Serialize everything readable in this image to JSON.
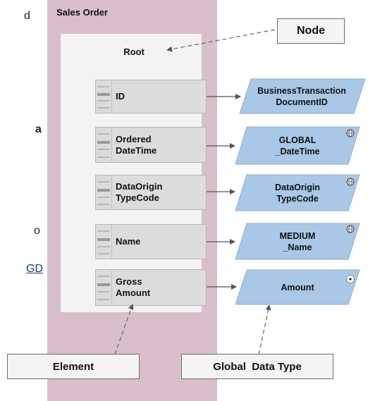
{
  "left_edge_fragments": [
    "d",
    "a",
    "o",
    "GD"
  ],
  "business_object": {
    "title": "Sales Order",
    "root_label": "Root"
  },
  "elements": [
    {
      "label": "ID",
      "gdt": "BusinessTransaction\nDocumentID",
      "gdt_icon": ""
    },
    {
      "label": "Ordered\nDateTime",
      "gdt": "GLOBAL\n_DateTime",
      "gdt_icon": "globe-icon"
    },
    {
      "label": "DataOrigin\nTypeCode",
      "gdt": "DataOrigin\nTypeCode",
      "gdt_icon": "globe-icon"
    },
    {
      "label": "Name",
      "gdt": "MEDIUM\n_Name",
      "gdt_icon": "globe-icon"
    },
    {
      "label": "Gross\nAmount",
      "gdt": "Amount",
      "gdt_icon": "target-icon"
    }
  ],
  "callouts": {
    "node": "Node",
    "element": "Element",
    "global_data_type": "Global  Data Type"
  },
  "colors": {
    "business_object_bg": "#d8bfcb",
    "gdt_fill": "#a9c7e6",
    "gdt_stroke": "#8fb0d2"
  }
}
